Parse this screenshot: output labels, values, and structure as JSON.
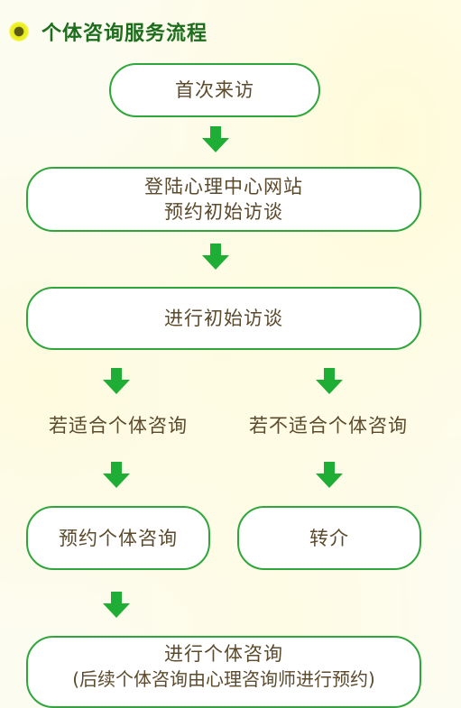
{
  "title": "个体咨询服务流程",
  "nodes": {
    "first_visit": "首次来访",
    "register_line1": "登陆心理中心网站",
    "register_line2": "预约初始访谈",
    "initial_interview": "进行初始访谈",
    "suitable": "若适合个体咨询",
    "not_suitable": "若不适合个体咨询",
    "book_session": "预约个体咨询",
    "referral": "转介",
    "conduct_line1": "进行个体咨询",
    "conduct_line2": "(后续个体咨询由心理咨询师进行预约)"
  },
  "colors": {
    "border": "#2fa63c",
    "arrow": "#1fae35",
    "title": "#1c6e1c",
    "text": "#5b4a2c"
  }
}
